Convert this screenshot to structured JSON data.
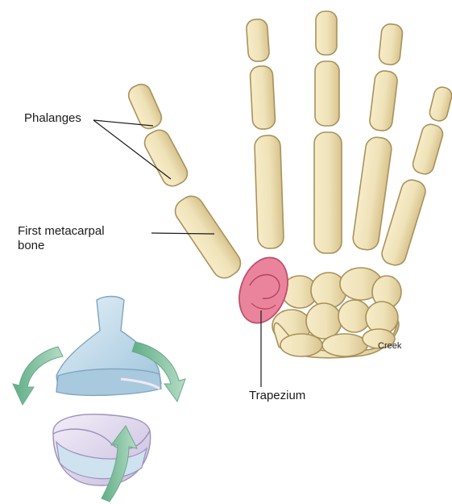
{
  "labels": {
    "phalanges": "Phalanges",
    "first_metacarpal": "First metacarpal\nbone",
    "trapezium": "Trapezium",
    "credit": "Creek"
  },
  "colors": {
    "bone_fill": "#efe2b8",
    "bone_shade": "#d8c38e",
    "bone_outline": "#a8925a",
    "trapezium_fill": "#e9849c",
    "trapezium_outline": "#c04f6c",
    "joint_blue": "#bcd8ea",
    "joint_lilac": "#dcd3ea",
    "arrow_green": "#7fbf9a",
    "leader_line": "#1a1a1a"
  },
  "icons": {
    "saddle_joint": "saddle-joint-icon",
    "rotation_arrows": "curved-arrow-icon"
  }
}
